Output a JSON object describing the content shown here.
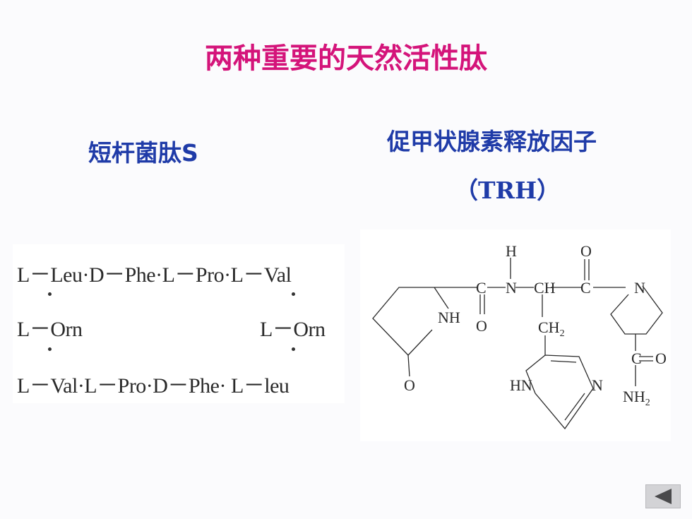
{
  "title": "两种重要的天然活性肽",
  "left": {
    "heading": "短杆菌肽S",
    "row1": "L－Leu·D－Phe·L－Pro·L－Val",
    "row2_left": "L－Orn",
    "row2_right": "L－Orn",
    "row3": "L－Val·L－Pro·D－Phe· L－leu"
  },
  "right": {
    "heading_line1": "促甲状腺素释放因子",
    "heading_line2": "（TRH）",
    "atoms": {
      "h": "H",
      "o_top": "O",
      "c1": "C",
      "n1": "N",
      "ch": "CH",
      "c2": "C",
      "n_ring": "N",
      "nh": "NH",
      "o1": "O",
      "ch2": "CH",
      "ch2_sub": "2",
      "o_keto": "O",
      "hn": "HN",
      "n_imid": "N",
      "c_amide": "C",
      "o_amide": "O",
      "nh2": "NH",
      "nh2_sub": "2"
    }
  },
  "nav": {
    "icon": "prev-triangle-icon"
  },
  "colors": {
    "title": "#d4147a",
    "heading": "#1f3ba8"
  }
}
